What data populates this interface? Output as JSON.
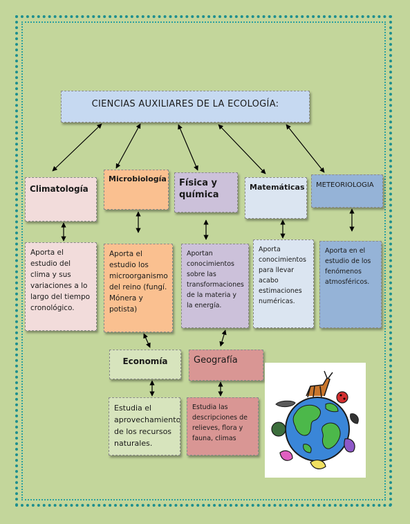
{
  "title": "CIENCIAS AUXILIARES DE LA ECOLOGÍA:",
  "categories": [
    {
      "id": "climatologia",
      "label": "Climatología",
      "description": "Aporta el estudio del clima y sus variaciones a lo largo del tiempo cronológico.",
      "head_color": "#f2dcdb",
      "desc_color": "#f2dcdb"
    },
    {
      "id": "microbiologia",
      "label": "Microbiología",
      "description": "Aporta el estudio los microorganismo del reino (fungí. Mónera y potista)",
      "head_color": "#fac090",
      "desc_color": "#fac090"
    },
    {
      "id": "fisica-quimica",
      "label": "Física y química",
      "description": "Aportan conocimientos sobre las transformaciones de la materia y la energía.",
      "head_color": "#ccc1da",
      "desc_color": "#ccc1da"
    },
    {
      "id": "matematicas",
      "label": "Matemáticas",
      "description": "Aporta conocimientos para llevar acabo estimaciones numéricas.",
      "head_color": "#dbe5f1",
      "desc_color": "#dbe5f1"
    },
    {
      "id": "meteoriologia",
      "label": "METEORIOLOGIA",
      "description": "Aporta en el estudio de los fenómenos atmosféricos.",
      "head_color": "#95b3d7",
      "desc_color": "#95b3d7"
    }
  ],
  "secondary": [
    {
      "id": "economia",
      "label": "Economía",
      "description": "Estudia el aprovechamiento de los recursos naturales.",
      "head_color": "#d7e4bd",
      "desc_color": "#d7e4bd"
    },
    {
      "id": "geografia",
      "label": "Geografía",
      "description": "Estudia las descripciones de relieves, flora y fauna, climas",
      "head_color": "#d99694",
      "desc_color": "#d99694"
    }
  ],
  "colors": {
    "background": "#c3d69b",
    "border": "#1e8f8f",
    "arrow": "#000000"
  },
  "illustration": "globe-with-animals-icon"
}
